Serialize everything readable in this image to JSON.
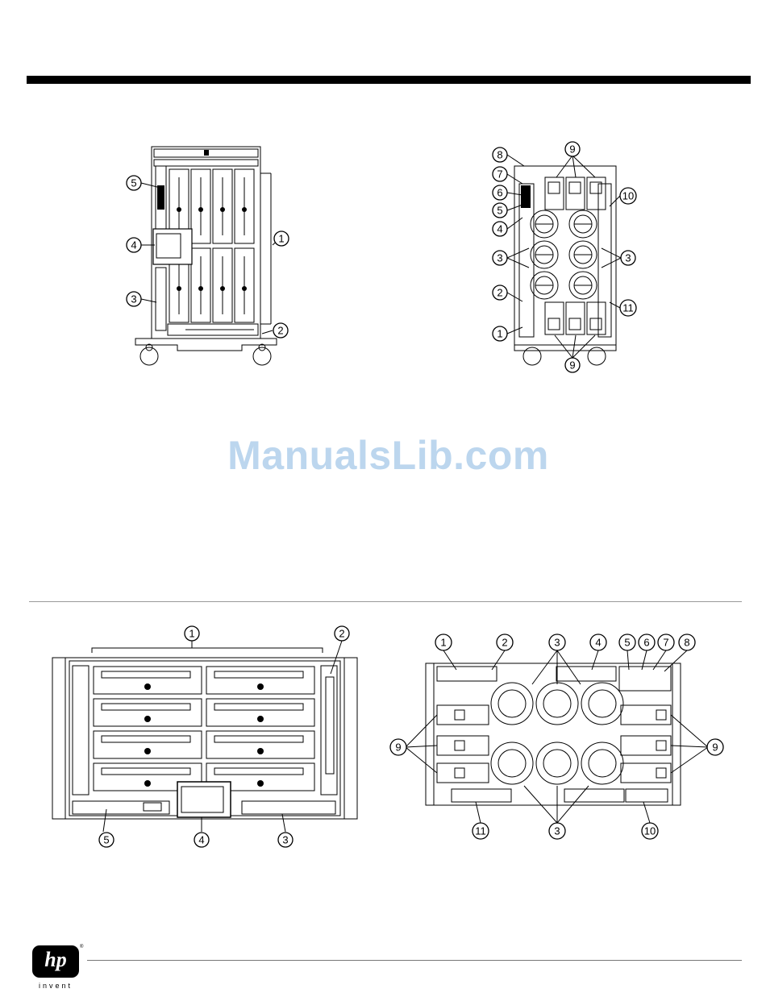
{
  "watermark": "ManualsLib.com",
  "logo": {
    "text": "hp",
    "tagline": "invent",
    "registered": "®"
  },
  "figures": {
    "tower_front": {
      "callouts": [
        "5",
        "4",
        "3",
        "1",
        "2"
      ]
    },
    "tower_rear": {
      "callouts": [
        "9",
        "8",
        "7",
        "6",
        "5",
        "4",
        "3",
        "2",
        "1",
        "10",
        "3",
        "11",
        "9"
      ]
    },
    "rack_front": {
      "callouts": [
        "1",
        "2",
        "5",
        "4",
        "3"
      ]
    },
    "rack_rear": {
      "callouts": [
        "1",
        "2",
        "3",
        "4",
        "5",
        "6",
        "7",
        "8",
        "9",
        "9",
        "11",
        "3",
        "10"
      ]
    }
  }
}
